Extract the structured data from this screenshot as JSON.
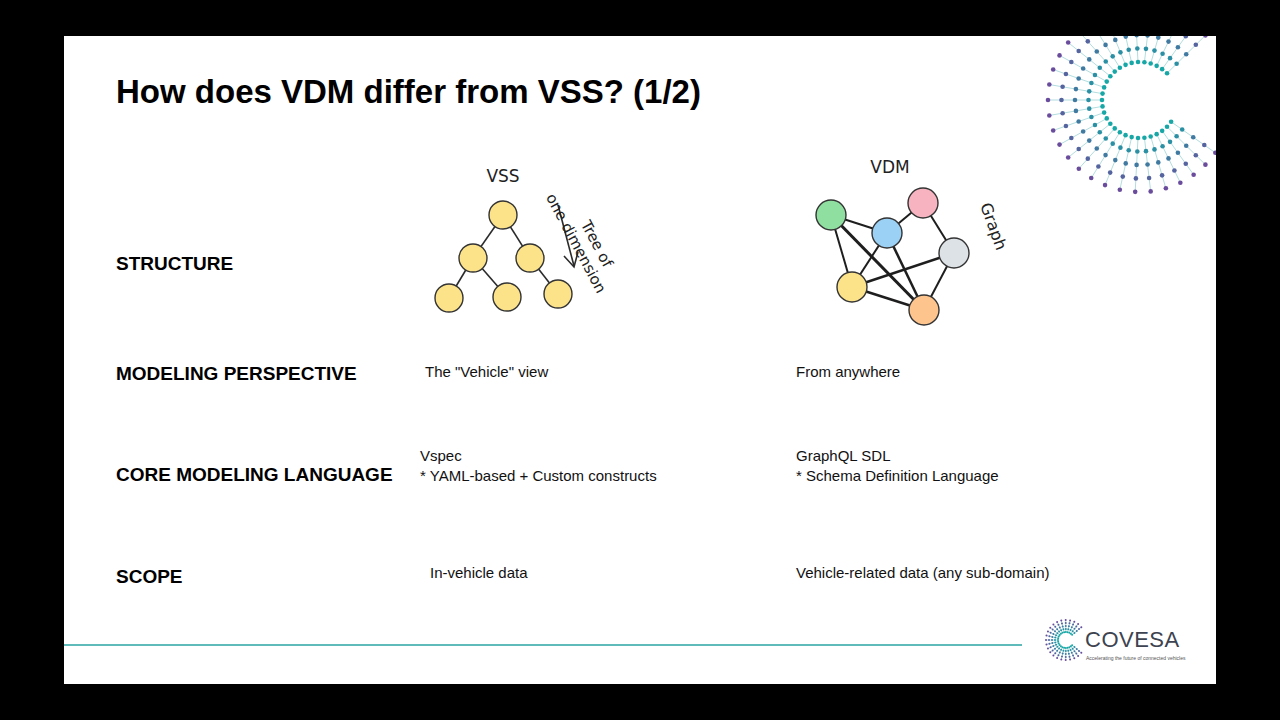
{
  "diagram": {
    "title": "How does VDM differ from VSS? (1/2)",
    "labels": [
      "VSS",
      "Tree of one dimension",
      "VDM",
      "Graph",
      "STRUCTURE",
      "MODELING PERSPECTIVE",
      "The \"Vehicle\" view",
      "From anywhere",
      "CORE MODELING LANGUAGE",
      "Vspec",
      "* YAML-based + Custom constructs",
      "GraphQL SDL",
      "* Schema Definition Language",
      "SCOPE",
      "In-vehicle data",
      "Vehicle-related data (any sub-domain)",
      "COVESA",
      "Accelerating the future of connected vehicles"
    ]
  }
}
